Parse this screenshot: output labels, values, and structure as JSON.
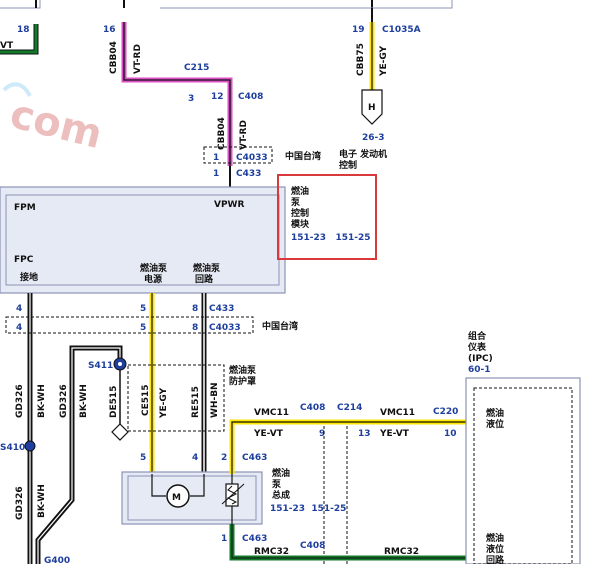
{
  "watermark": {
    "text": "com",
    "color": "#e08a8a"
  },
  "colors": {
    "pink": "#d84fc6",
    "yellow": "#ffe600",
    "green": "#137a2a",
    "wire": "#111111",
    "module_fill": "#e6eaf4",
    "module_border": "#8c93b5",
    "highlight": "#d9393a",
    "label_blue": "#1f3f9e"
  },
  "top": {
    "pin_18": "18",
    "vt": "VT",
    "pin_16": "16",
    "wire_cbb04": "CBB04",
    "color_vt_rd": "VT-RD",
    "c215": "C215",
    "pin_3": "3",
    "pin_12": "12",
    "c408": "C408",
    "wire_cbb04_b": "CBB04",
    "color_vt_rd_b": "VT-RD",
    "pin_1a": "1",
    "c4033": "C4033",
    "taiwan": "中国台湾",
    "pin_1b": "1",
    "c433": "C433",
    "pin_19": "19",
    "c1035a": "C1035A",
    "wire_cbb75": "CBB75",
    "color_ye_gy": "YE-GY",
    "h_label": "H",
    "ref_26_3": "26-3",
    "engine_ctrl_line1": "电子 发动机",
    "engine_ctrl_line2": "控制"
  },
  "module": {
    "fpm": "FPM",
    "vpwr": "VPWR",
    "fpc": "FPC",
    "ground_label": "接地",
    "power_line1": "燃油泵",
    "power_line2": "电源",
    "return_line1": "燃油泵",
    "return_line2": "回路"
  },
  "highlight_box": {
    "line1": "燃油",
    "line2": "泵",
    "line3": "控制",
    "line4": "模块",
    "refs": "151-23   151-25"
  },
  "mid": {
    "pin_4a": "4",
    "pin_5a": "5",
    "pin_8a": "8",
    "c433": "C433",
    "pin_4b": "4",
    "pin_5b": "5",
    "pin_8b": "8",
    "c4033": "C4033",
    "taiwan": "中国台湾",
    "s411": "S411",
    "de515": "DE515",
    "ce515": "CE515",
    "ye_gy": "YE-GY",
    "re515": "RE515",
    "wh_bn": "WH-BN",
    "shield_line1": "燃油泵",
    "shield_line2": "防护罩",
    "gd326_a": "GD326",
    "bk_wh_a": "BK-WH",
    "gd326_b": "GD326",
    "bk_wh_b": "BK-WH",
    "s410": "S410",
    "gd326_c": "GD326",
    "bk_wh_c": "BK-WH",
    "g400": "G400"
  },
  "pump": {
    "pin_5": "5",
    "pin_4": "4",
    "pin_2": "2",
    "c463": "C463",
    "motor": "M",
    "line1": "燃油",
    "line2": "泵",
    "line3": "总成",
    "refs": "151-23  151-25",
    "pin_1": "1",
    "c463_b": "C463"
  },
  "right": {
    "vmc11_a": "VMC11",
    "c408": "C408",
    "c214": "C214",
    "vmc11_b": "VMC11",
    "c220": "C220",
    "ye_vt_a": "YE-VT",
    "pin_9": "9",
    "pin_13": "13",
    "ye_vt_b": "YE-VT",
    "pin_10": "10",
    "rmc32_a": "RMC32",
    "c408_b": "C408",
    "rmc32_b": "RMC32",
    "ipc_line1": "组合",
    "ipc_line2": "仪表",
    "ipc_line3": "(IPC)",
    "ipc_ref": "60-1",
    "fuel_level_line1": "燃油",
    "fuel_level_line2": "液位",
    "fuel_return_line1": "燃油",
    "fuel_return_line2": "液位",
    "fuel_return_line3": "回路"
  }
}
